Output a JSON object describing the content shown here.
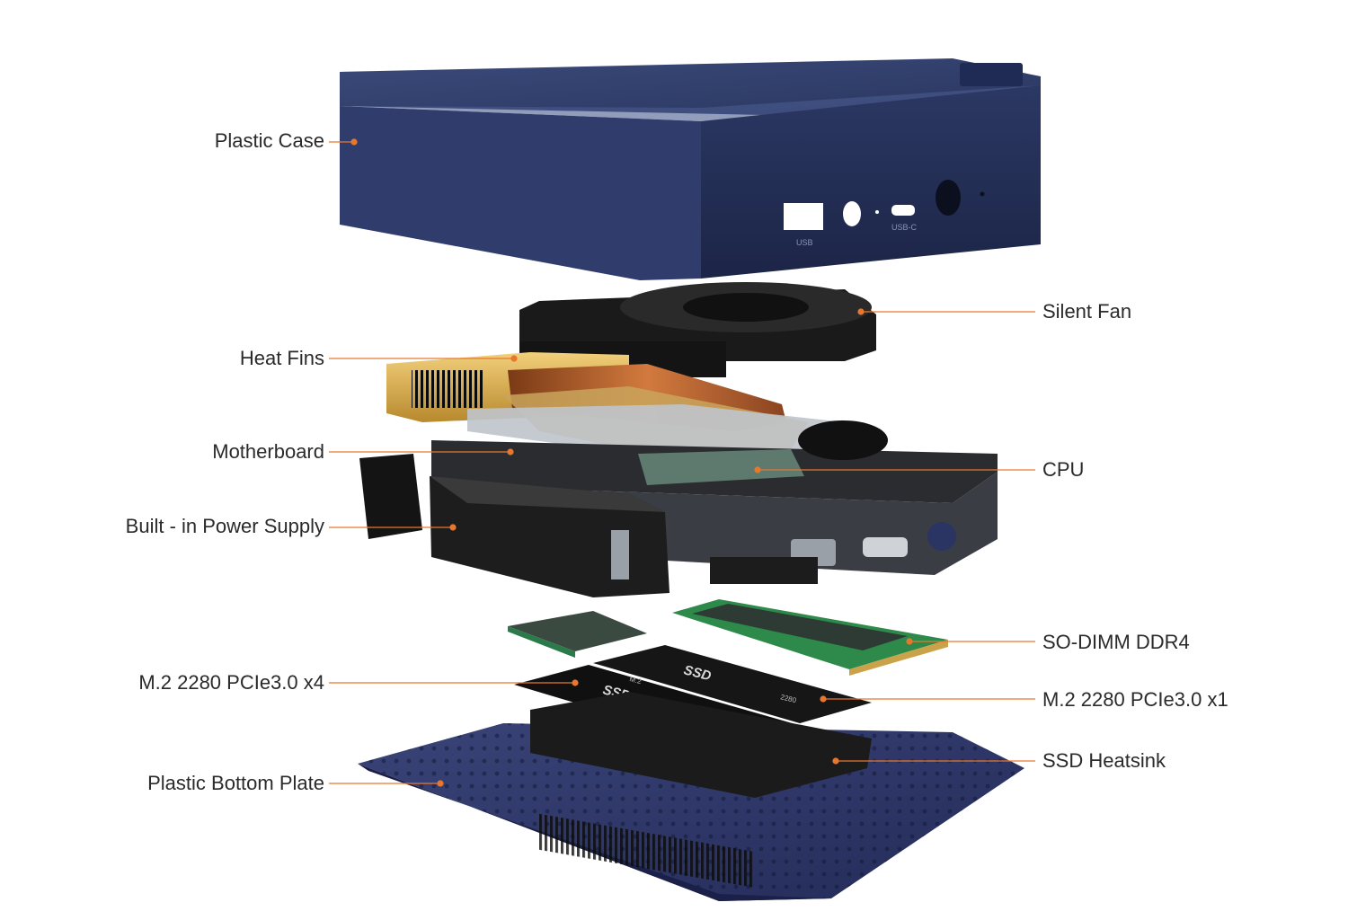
{
  "accent_color": "#e8772e",
  "case_color": "#2a3660",
  "labels_left": [
    {
      "id": "plastic-case",
      "text": "Plastic Case"
    },
    {
      "id": "heat-fins",
      "text": "Heat Fins"
    },
    {
      "id": "motherboard",
      "text": "Motherboard"
    },
    {
      "id": "power-supply",
      "text": "Built - in Power Supply"
    },
    {
      "id": "m2-x4",
      "text": "M.2 2280 PCIe3.0 x4"
    },
    {
      "id": "bottom-plate",
      "text": "Plastic Bottom Plate"
    }
  ],
  "labels_right": [
    {
      "id": "silent-fan",
      "text": "Silent Fan"
    },
    {
      "id": "cpu",
      "text": "CPU"
    },
    {
      "id": "so-dimm",
      "text": "SO-DIMM DDR4"
    },
    {
      "id": "m2-x1",
      "text": "M.2 2280 PCIe3.0 x1"
    },
    {
      "id": "ssd-heatsink",
      "text": "SSD Heatsink"
    }
  ],
  "port_labels": {
    "usb": "USB",
    "usbc": "USB-C"
  },
  "ssd_text": {
    "brand": "SSD",
    "form": "M.2",
    "size": "2280"
  }
}
